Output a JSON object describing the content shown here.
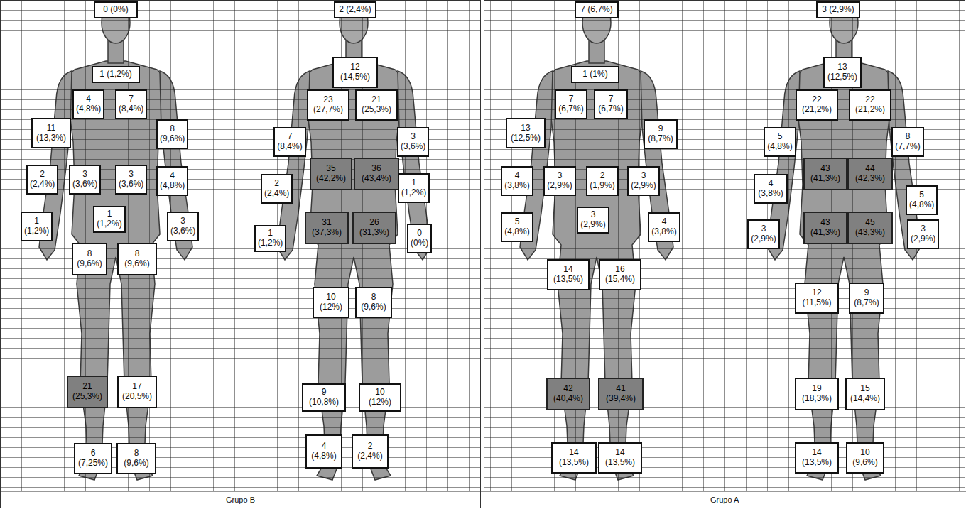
{
  "diagram": {
    "nodes": [
      {
        "text": [
          "0 (0%)"
        ]
      },
      {
        "text": [
          "1 (1,2%)"
        ]
      },
      {
        "text": [
          "4 (4,8%)"
        ]
      },
      {
        "text": [
          "7 (8,4%)"
        ]
      },
      {
        "text": [
          "11 (13,3%)"
        ]
      },
      {
        "text": [
          "8 (9,6%)"
        ]
      },
      {
        "text": [
          "2 (2,4%)"
        ]
      },
      {
        "text": [
          "3 (3,6%)"
        ]
      },
      {
        "text": [
          "3 (3,6%)"
        ]
      },
      {
        "text": [
          "4 (4,8%)"
        ]
      },
      {
        "text": [
          "1 (1,2%)"
        ]
      },
      {
        "text": [
          "1 (1,2%)"
        ]
      },
      {
        "text": [
          "3 (3,6%)"
        ]
      },
      {
        "text": [
          "8 (9,6%)"
        ]
      },
      {
        "text": [
          "8 (9,6%)"
        ]
      },
      {
        "text": [
          "21 (25,3%)"
        ]
      },
      {
        "text": [
          "17 (20,5%)"
        ]
      },
      {
        "text": [
          "6 (7,25%)"
        ]
      },
      {
        "text": [
          "8 (9,6%)"
        ]
      },
      {
        "text": [
          "2 (2,4%)"
        ]
      },
      {
        "text": [
          "12 (14,5%)"
        ]
      },
      {
        "text": [
          "23 (27,7%)"
        ]
      },
      {
        "text": [
          "21 (25,3%)"
        ]
      },
      {
        "text": [
          "7 (8,4%)"
        ]
      },
      {
        "text": [
          "3 (3,6%)"
        ]
      },
      {
        "text": [
          "35 (42,2%)"
        ]
      },
      {
        "text": [
          "36 (43,4%)"
        ]
      },
      {
        "text": [
          "2 (2,4%)"
        ]
      },
      {
        "text": [
          "1 (1,2%)"
        ]
      },
      {
        "text": [
          "1 (1,2%)"
        ]
      },
      {
        "text": [
          "31 (37,3%)"
        ]
      },
      {
        "text": [
          "26 (31,3%)"
        ]
      },
      {
        "text": [
          "0 (0%)"
        ]
      },
      {
        "text": [
          "10 (12%)"
        ]
      },
      {
        "text": [
          "8 (9,6%)"
        ]
      },
      {
        "text": [
          "9 (10,8%)"
        ]
      },
      {
        "text": [
          "10 (12%)"
        ]
      },
      {
        "text": [
          "4 (4,8%)"
        ]
      },
      {
        "text": [
          "2 (2,4%)"
        ]
      },
      {
        "text": [
          "7 (6,7%)"
        ]
      },
      {
        "text": [
          "1 (1%)"
        ]
      },
      {
        "text": [
          "7 (6,7%)"
        ]
      },
      {
        "text": [
          "7 (6,7%)"
        ]
      },
      {
        "text": [
          "13 (12,5%)"
        ]
      },
      {
        "text": [
          "9 (8,7%)"
        ]
      },
      {
        "text": [
          "4 (3,8%)"
        ]
      },
      {
        "text": [
          "3 (2,9%)"
        ]
      },
      {
        "text": [
          "2 (1,9%)"
        ]
      },
      {
        "text": [
          "3 (2,9%)"
        ]
      },
      {
        "text": [
          "5 (4,8%)"
        ]
      },
      {
        "text": [
          "3 (2,9%)"
        ]
      },
      {
        "text": [
          "4 (3,8%)"
        ]
      },
      {
        "text": [
          "14 (13,5%)"
        ]
      },
      {
        "text": [
          "16 (15,4%)"
        ]
      },
      {
        "text": [
          "42 (40,4%)"
        ]
      },
      {
        "text": [
          "41 (39,4%)"
        ]
      },
      {
        "text": [
          "14 (13,5%)"
        ]
      },
      {
        "text": [
          "14 (13,5%)"
        ]
      },
      {
        "text": [
          "3 (2,9%)"
        ]
      },
      {
        "text": [
          "13 (12,5%)"
        ]
      },
      {
        "text": [
          "22 (21,2%)"
        ]
      },
      {
        "text": [
          "22 (21,2%)"
        ]
      },
      {
        "text": [
          "5 (4,8%)"
        ]
      },
      {
        "text": [
          "8 (7,7%)"
        ]
      },
      {
        "text": [
          "43 (41,3%)"
        ]
      },
      {
        "text": [
          "44 (42,3%)"
        ]
      },
      {
        "text": [
          "4 (3,8%)"
        ]
      },
      {
        "text": [
          "5 (4,8%)"
        ]
      },
      {
        "text": [
          "3 (2,9%)"
        ]
      },
      {
        "text": [
          "43 (41,3%)"
        ]
      },
      {
        "text": [
          "45 (43,3%)"
        ]
      },
      {
        "text": [
          "3 (2,9%)"
        ]
      },
      {
        "text": [
          "12 (11,5%)"
        ]
      },
      {
        "text": [
          "9 (8,7%)"
        ]
      },
      {
        "text": [
          "19 (18,3%)"
        ]
      },
      {
        "text": [
          "15 (14,4%)"
        ]
      },
      {
        "text": [
          "14 (13,5%)"
        ]
      },
      {
        "text": [
          "10 (9,6%)"
        ]
      }
    ],
    "labels": [
      "Grupo B",
      "Grupo A"
    ]
  }
}
